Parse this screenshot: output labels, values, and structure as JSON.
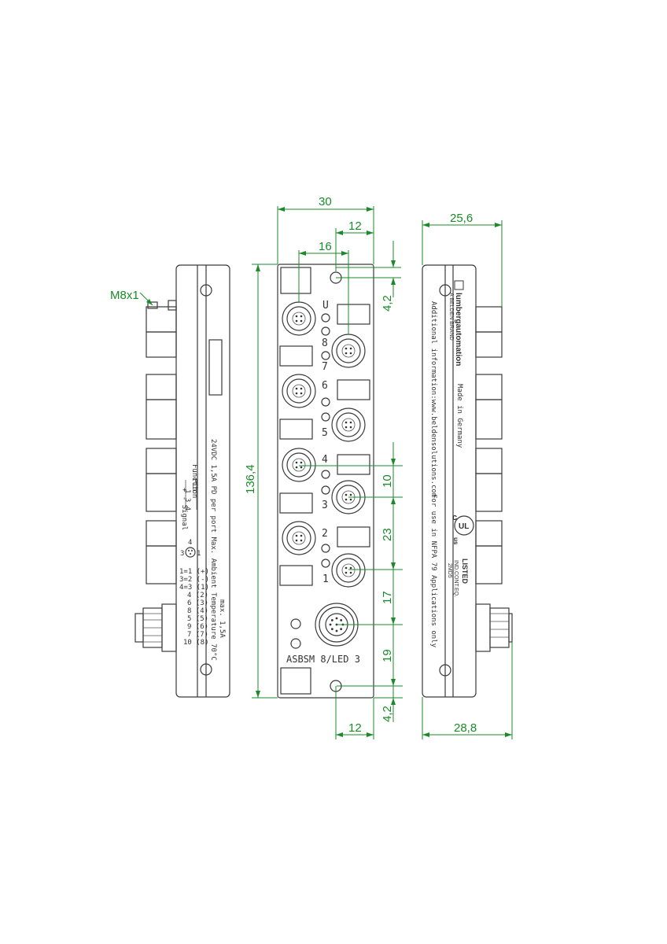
{
  "dimensions": {
    "width_total": "30",
    "port_offset_top": "12",
    "port_spacing": "16",
    "hole_offset_top": "4,2",
    "height_total": "136,4",
    "led_pitch": "10",
    "pitch_23": "23",
    "pitch_17": "17",
    "pitch_19": "19",
    "hole_offset_bottom": "4,2",
    "port_offset_bottom": "12",
    "side_right_top": "25,6",
    "side_right_bottom": "28,8",
    "thread": "M8x1"
  },
  "front": {
    "leds": [
      "U",
      "8",
      "7",
      "6",
      "5",
      "4",
      "3",
      "2",
      "1"
    ],
    "model": "ASBSM 8/LED 3"
  },
  "left_side": {
    "function_header": "Function",
    "pin_header": "Pin",
    "pin_values": "1  3  4",
    "function_values": "+  -  Signal",
    "pin_small_a": "4",
    "pin_small_b": "3",
    "pin_small_c": "1",
    "rating": "24VDC 1,5A PD per port Max. Ambient Temperature  70°C",
    "max": "max. 1,5A",
    "pinmap": [
      "1=1 (+)",
      "3=2 (-)",
      "4=3 (1)",
      "4 (2)",
      "6 (3)",
      "8 (4)",
      "5 (5)",
      "9 (6)",
      "7 (7)",
      "10 (8)"
    ]
  },
  "right_side": {
    "brand": "lumbergautomation",
    "brand_sub": "A BELDEN BRAND",
    "info": "Additional information:www.beldensolutions.com",
    "made": "Made in Germany",
    "nfpa": "For use in NFPA 79 Applications only",
    "listed": "LISTED",
    "listed_code": "IND.CONT.EQ.",
    "listed_num": "2MD5",
    "ul_c": "c",
    "ul_mid": "UL",
    "ul_us": "us"
  }
}
